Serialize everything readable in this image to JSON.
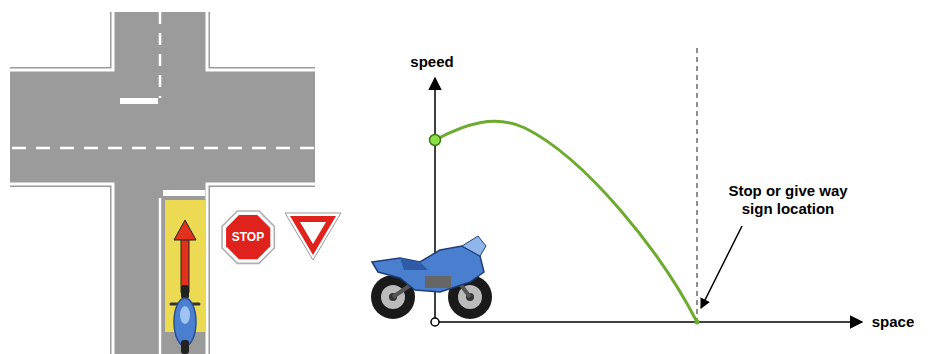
{
  "diagram": {
    "nodes": [
      {
        "text": [
          "STOP"
        ]
      }
    ],
    "labels": [
      "speed",
      "space",
      "Stop or give way sign location"
    ]
  }
}
